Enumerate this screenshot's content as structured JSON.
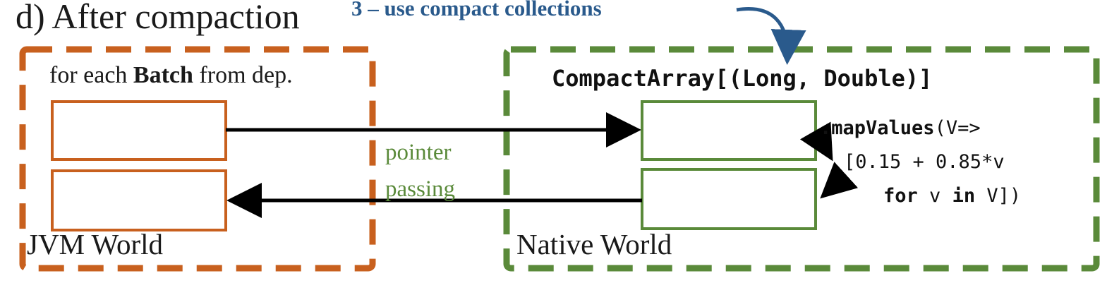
{
  "title": "d) After compaction",
  "annotation": "3 – use compact collections",
  "jvm": {
    "caption_prefix": "for each ",
    "caption_bold": "Batch",
    "caption_suffix": " from dep.",
    "world_label": "JVM World"
  },
  "native": {
    "caption": "CompactArray[(Long, Double)]",
    "world_label": "Native World"
  },
  "transfer": {
    "label_line1": "pointer",
    "label_line2": "passing"
  },
  "code": {
    "line1_kw": ".mapValues",
    "line1_rest": "(V=>",
    "line2": "[0.15 + 0.85*v",
    "line3_kw1": "for",
    "line3_mid1": " v ",
    "line3_kw2": "in",
    "line3_rest": " V])"
  },
  "colors": {
    "jvm_border": "#c8601e",
    "native_border": "#5a8a3a",
    "annotation": "#2a5a8c",
    "arrow": "#000000"
  }
}
